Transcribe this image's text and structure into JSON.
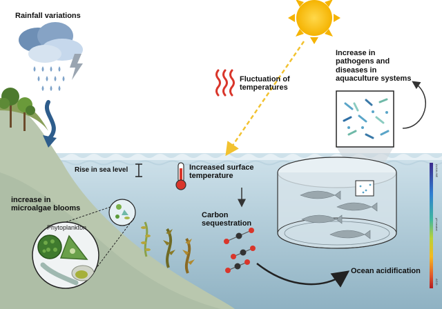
{
  "labels": {
    "rainfall": "Rainfall variations",
    "fluctuation_line1": "Fluctuation of",
    "fluctuation_line2": "temperatures",
    "pathogens_line1": "Increase in",
    "pathogens_line2": "pathogens and",
    "pathogens_line3": "diseases in",
    "pathogens_line4": "aquaculture systems",
    "sea_level": "Rise in sea level",
    "surface_line1": "Increased surface",
    "surface_line2": "temperature",
    "blooms_line1": "increase in",
    "blooms_line2": "microalgae blooms",
    "carbon_line1": "Carbon",
    "carbon_line2": "sequestration",
    "phytoplankton": "Phytoplankton",
    "acidification": "Ocean acidification"
  },
  "ph_scale": {
    "top": "ALKALINE",
    "middle": "pH neutral",
    "bottom": "ACID"
  },
  "colors": {
    "sky": "#ffffff",
    "sea_top": "#c9dee8",
    "sea_bottom": "#8fb3c4",
    "sand": "#c2ccb4",
    "grass": "#8aa05a",
    "sun": "#f5b301",
    "heat": "#d9362b",
    "cloud_dark": "#6e8fb5",
    "cloud_light": "#c6d8ec",
    "arrow_blue": "#2e5d8c",
    "fish": "#9aa7ad"
  }
}
